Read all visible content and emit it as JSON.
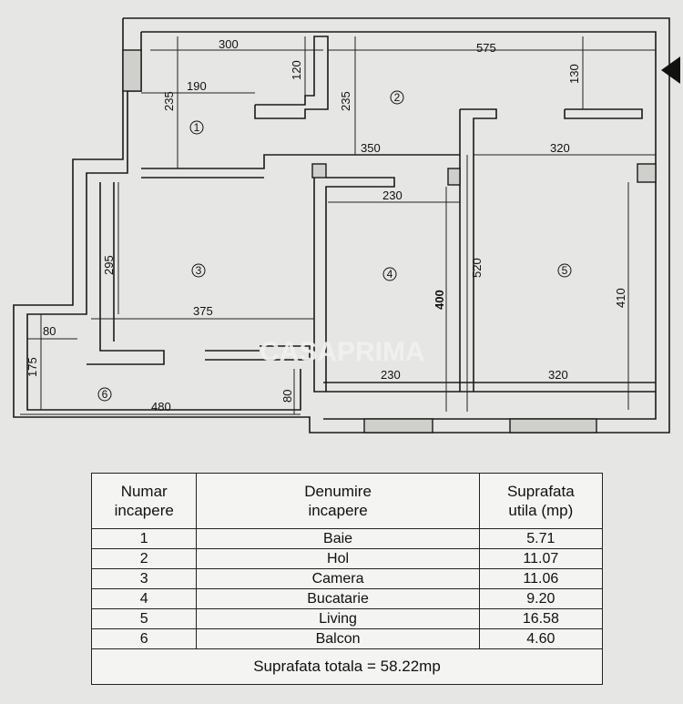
{
  "plan": {
    "dimensions": {
      "d300": "300",
      "d575": "575",
      "d190": "190",
      "d120": "120",
      "d235a": "235",
      "d235b": "235",
      "d130": "130",
      "d350": "350",
      "d320top": "320",
      "d230top": "230",
      "d295": "295",
      "d520": "520",
      "d400": "400",
      "d410": "410",
      "d375": "375",
      "d80a": "80",
      "d175": "175",
      "d480": "480",
      "d80b": "80",
      "d230bot": "230",
      "d320bot": "320"
    },
    "room_labels": [
      "1",
      "2",
      "3",
      "4",
      "5",
      "6"
    ],
    "watermark": "CASAPRIMA"
  },
  "table": {
    "headers": [
      "Numar incapere",
      "Denumire incapere",
      "Suprafata utila (mp)"
    ],
    "rows": [
      {
        "num": "1",
        "name": "Baie",
        "area": "5.71"
      },
      {
        "num": "2",
        "name": "Hol",
        "area": "11.07"
      },
      {
        "num": "3",
        "name": "Camera",
        "area": "11.06"
      },
      {
        "num": "4",
        "name": "Bucatarie",
        "area": "9.20"
      },
      {
        "num": "5",
        "name": "Living",
        "area": "16.58"
      },
      {
        "num": "6",
        "name": "Balcon",
        "area": "4.60"
      }
    ],
    "total": "Suprafata totala = 58.22mp"
  }
}
